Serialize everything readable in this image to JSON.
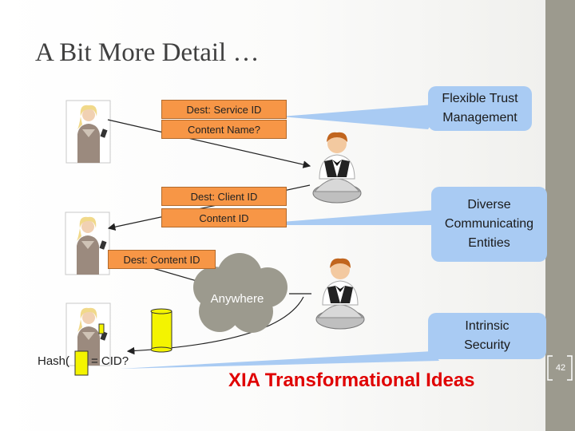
{
  "title": "A Bit More Detail …",
  "headers": {
    "dest_service_id": "Dest: Service ID",
    "content_name": "Content Name?",
    "dest_client_id": "Dest: Client ID",
    "content_id": "Content ID",
    "dest_content_id": "Dest: Content ID"
  },
  "callouts": {
    "flexible_trust": "Flexible Trust\nManagement",
    "diverse_entities": "Diverse\nCommunicating\nEntities",
    "intrinsic_security": "Intrinsic\nSecurity"
  },
  "cloud_label": "Anywhere",
  "hash_label": "Hash(",
  "cid_label": "= CID?",
  "bottom_title": "XIA Transformational Ideas",
  "page_number": "42",
  "colors": {
    "header_fill": "#f79646",
    "callout_fill": "#a9cbf3",
    "cloud_fill": "#9c9a8e",
    "accent_text": "#e00000",
    "sidebar": "#9c9a8e"
  }
}
